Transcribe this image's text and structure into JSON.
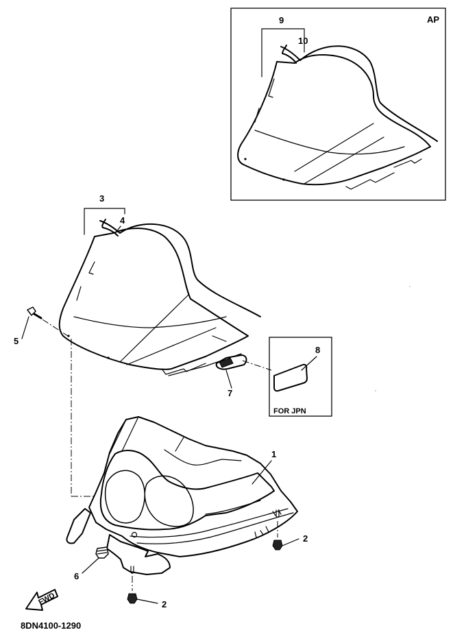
{
  "diagram_code": "8DN4100-1290",
  "ap_label": "AP",
  "jpn_label": "FOR JPN",
  "fwd_label": "FWD",
  "callouts": {
    "c1": "1",
    "c2a": "2",
    "c2b": "2",
    "c3": "3",
    "c4": "4",
    "c5": "5",
    "c6": "6",
    "c7": "7",
    "c8": "8",
    "c9": "9",
    "c10": "10"
  }
}
